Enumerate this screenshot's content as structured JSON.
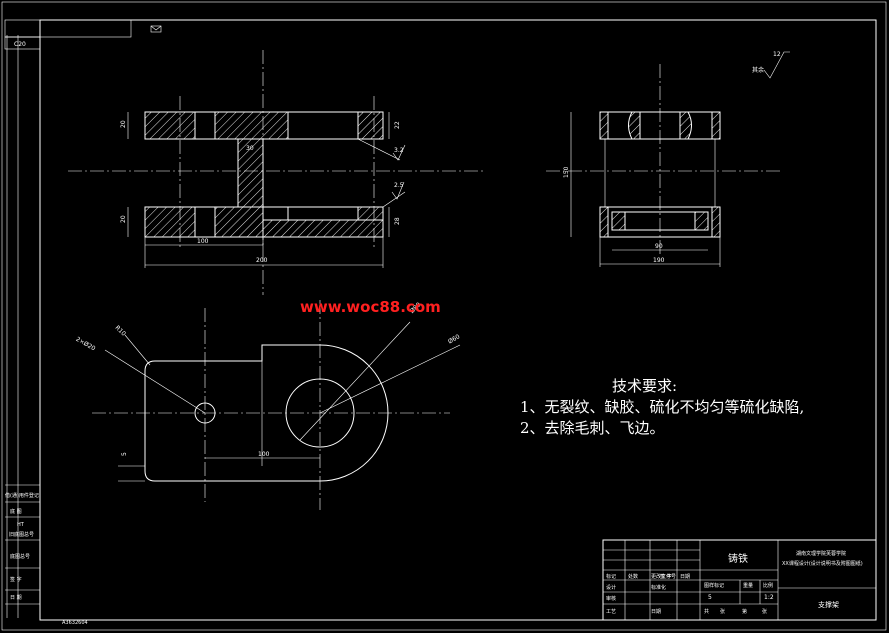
{
  "watermark": "www.woc88.com",
  "tech_requirements": {
    "title": "技术要求:",
    "items": [
      "1、无裂纹、缺胶、硫化不均匀等硫化缺陷,",
      "2、去除毛刺、飞边。"
    ]
  },
  "top_left": {
    "code": "C20"
  },
  "roughness_label": "其余",
  "roughness_value": "12",
  "views": {
    "front": {
      "dims": [
        "20",
        "30",
        "20",
        "22",
        "28",
        "100",
        "200",
        "3.2",
        "2.5"
      ]
    },
    "side": {
      "dims": [
        "150",
        "90",
        "190"
      ]
    },
    "plan": {
      "dims": [
        "R10",
        "2×Ø20",
        "Ø80",
        "Ø60",
        "5",
        "100"
      ]
    }
  },
  "left_strip": {
    "labels": [
      "借(通)用件登记",
      "底 图",
      "HT",
      "旧底图总号",
      "底图总号",
      "签 字",
      "日 期"
    ]
  },
  "bottom_left_code": "A3632604",
  "title_block": {
    "material": "铸铁",
    "org_line1": "湖南文理学院芙蓉学院",
    "org_line2": "XX课程设计(设计说明书及附图图纸)",
    "part_name": "支撑架",
    "revision_headers": [
      "标记",
      "处数",
      "更改文件号",
      "签 字",
      "日期"
    ],
    "row_labels": [
      "设计",
      "标准化",
      "审核",
      "工艺",
      "日期"
    ],
    "stage_headers": [
      "图样标记",
      "重量",
      "比例"
    ],
    "weight": "5",
    "scale": "1:2",
    "sheets": [
      "共",
      "张",
      "第",
      "张"
    ]
  }
}
